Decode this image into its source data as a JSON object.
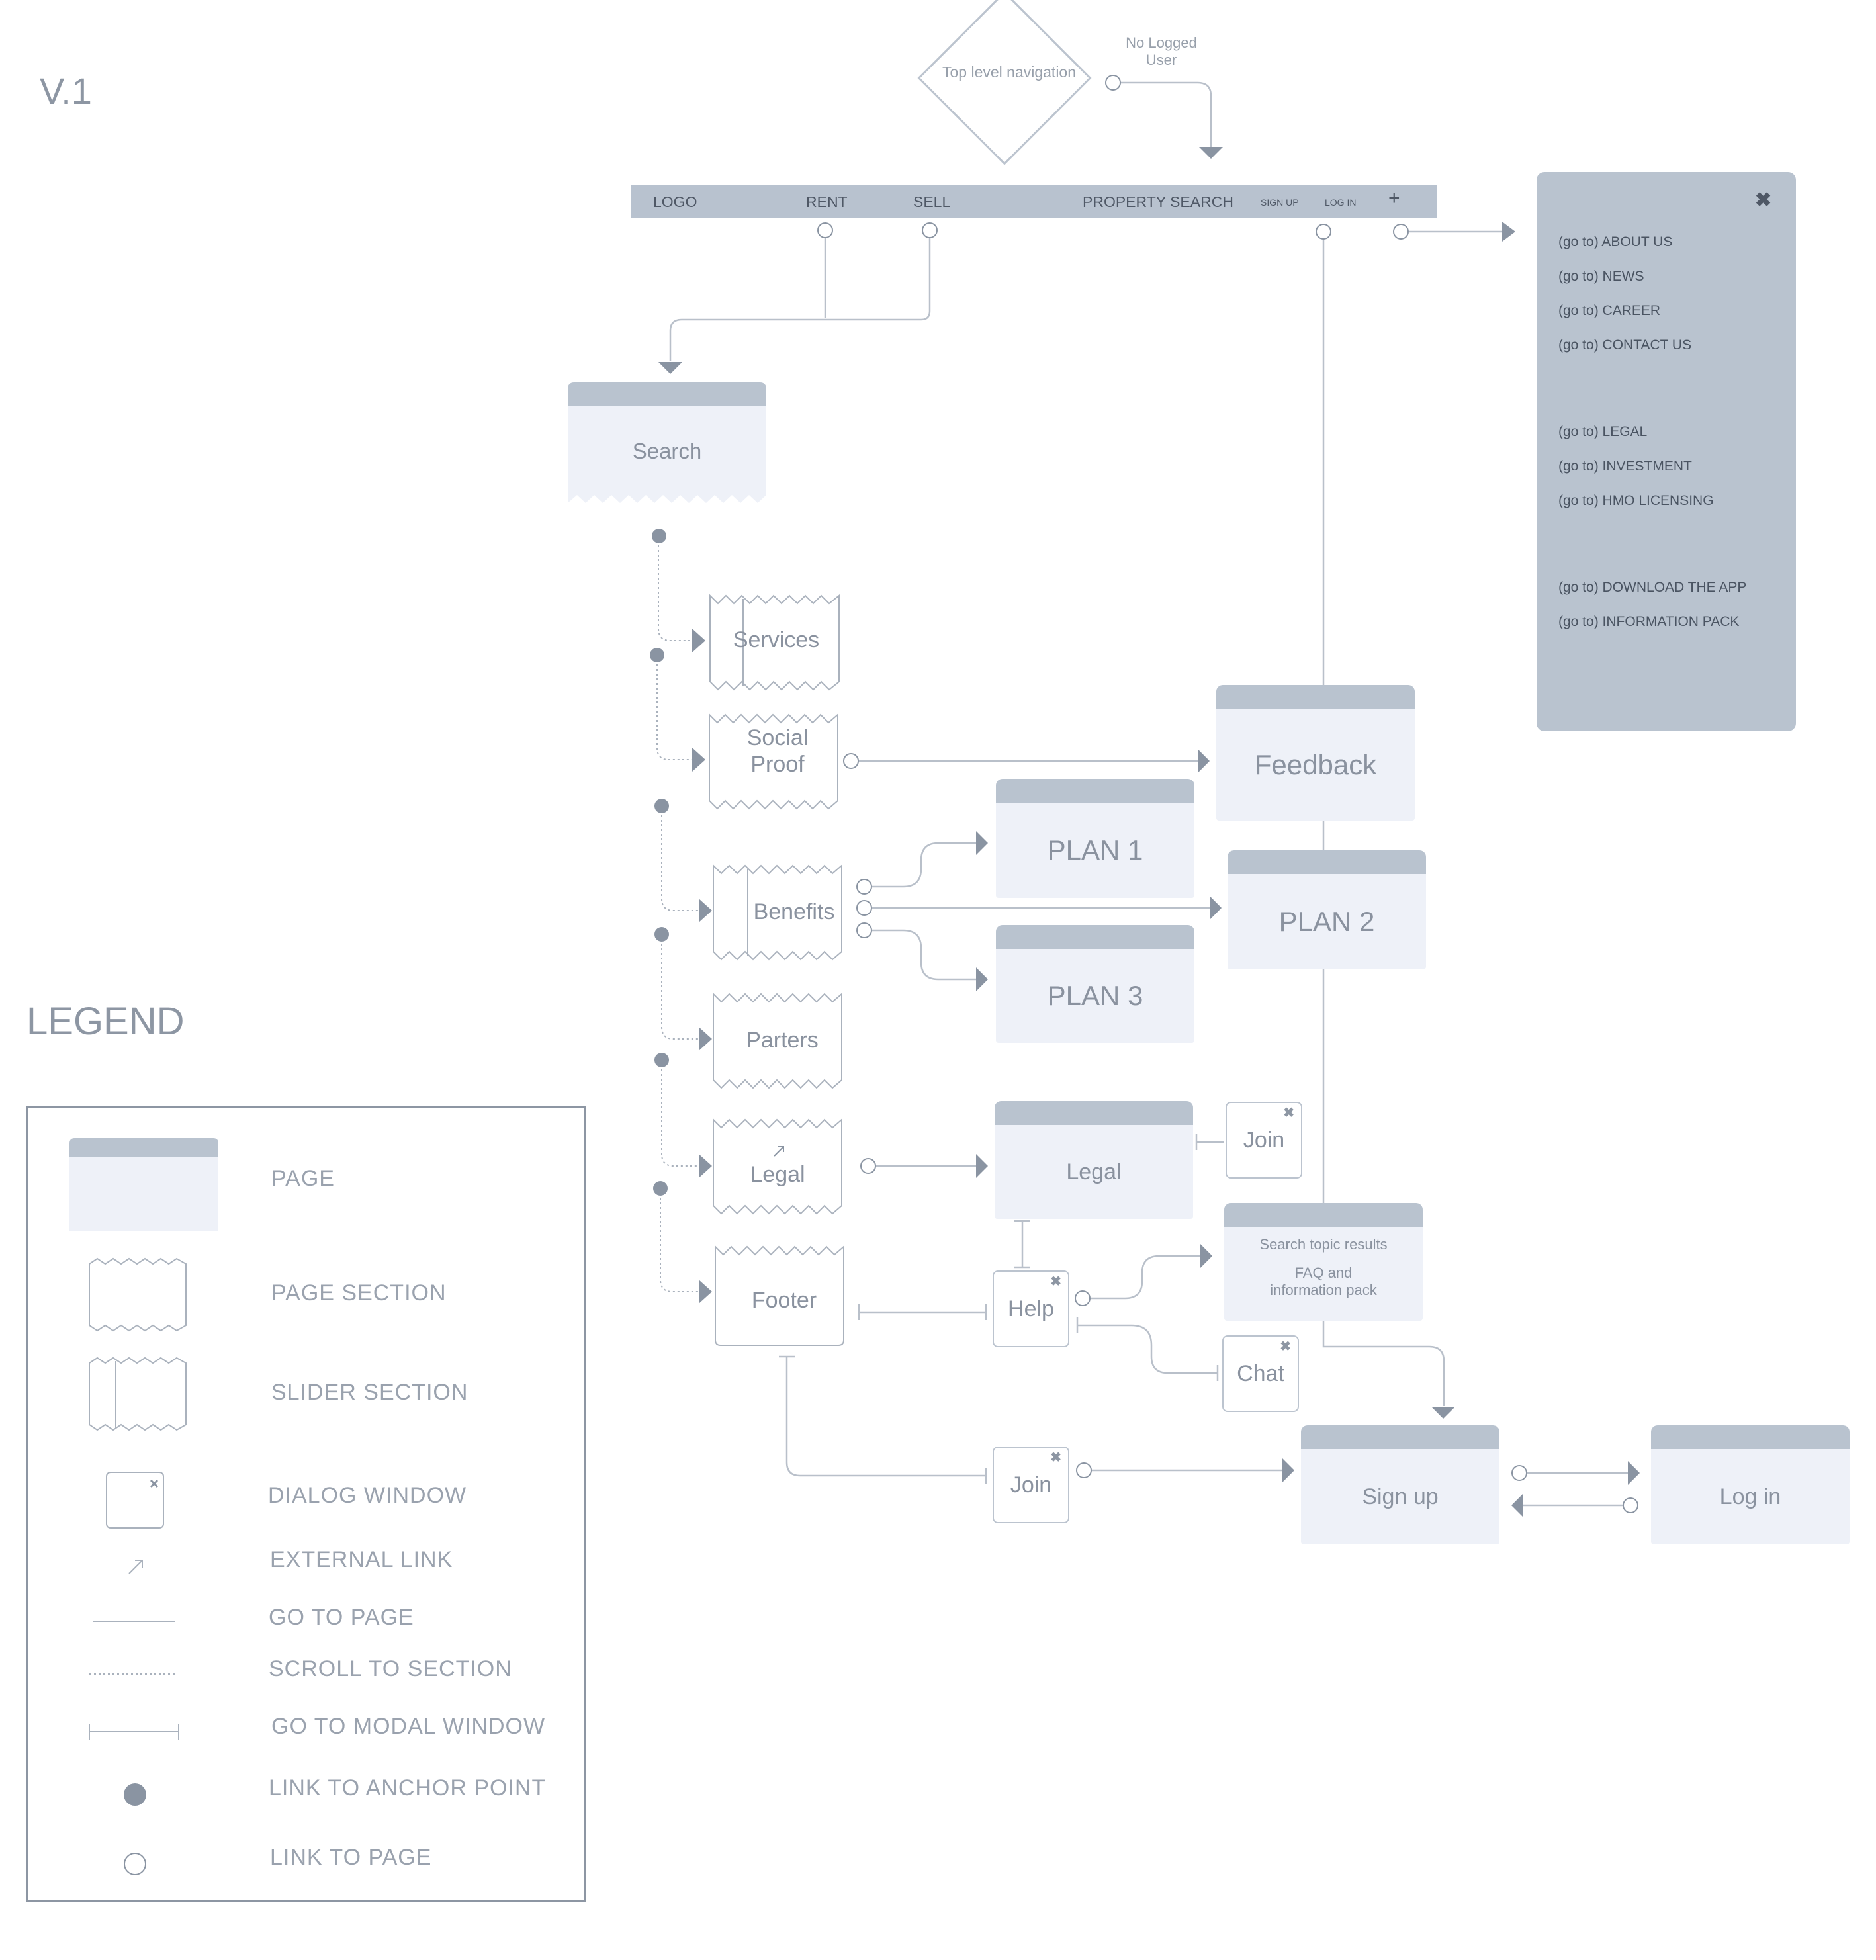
{
  "version": "V.1",
  "top_nav": {
    "diamond_label": "Top level navigation",
    "no_logged_user": "No Logged User",
    "nav_logo": "LOGO",
    "nav_rent": "RENT",
    "nav_sell": "SELL",
    "nav_property_search": "PROPERTY SEARCH",
    "nav_sign_up": "SIGN UP",
    "nav_log_in": "LOG IN",
    "nav_plus": "+"
  },
  "menu_panel": {
    "close": "✖",
    "items": [
      "(go to) ABOUT US",
      "(go to) NEWS",
      "(go to) CAREER",
      "(go to) CONTACT US",
      "(go to) LEGAL",
      "(go to)  INVESTMENT",
      "(go to)  HMO LICENSING",
      "(go to) DOWNLOAD THE APP",
      "(go to) INFORMATION PACK"
    ]
  },
  "pages": {
    "search": "Search",
    "feedback": "Feedback",
    "plan1": "PLAN 1",
    "plan2": "PLAN 2",
    "plan3": "PLAN 3",
    "legal": "Legal",
    "search_topic_line1": "Search topic results",
    "search_topic_line2": "FAQ and",
    "search_topic_line3": "information pack",
    "sign_up": "Sign up",
    "log_in": "Log in"
  },
  "sections": {
    "services": "Services",
    "social_proof_line1": "Social",
    "social_proof_line2": "Proof",
    "benefits": "Benefits",
    "parters": "Parters",
    "legal": "Legal",
    "footer": "Footer"
  },
  "dialogs": {
    "join_top": "Join",
    "help": "Help",
    "chat": "Chat",
    "join_bottom": "Join"
  },
  "legend": {
    "title": "LEGEND",
    "items": [
      "PAGE",
      "PAGE SECTION",
      "SLIDER SECTION",
      "DIALOG  WINDOW",
      "EXTERNAL LINK",
      "GO TO PAGE",
      "SCROLL TO SECTION",
      "GO TO MODAL WINDOW",
      "LINK TO ANCHOR POINT",
      "LINK TO PAGE"
    ]
  },
  "colors": {
    "page_header": "#b9c3cf",
    "page_body": "#eef1f8",
    "connector": "#b9c0ca",
    "arrow": "#8a94a2",
    "text": "#8a929f"
  }
}
